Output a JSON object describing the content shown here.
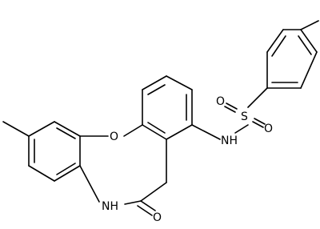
{
  "structure": {
    "atoms": {
      "o_ring": "O",
      "nh_ring": "NH",
      "o_carbonyl": "O",
      "nh_sulfonamide": "NH",
      "s": "S",
      "o_s_top": "O",
      "o_s_bottom": "O"
    }
  }
}
